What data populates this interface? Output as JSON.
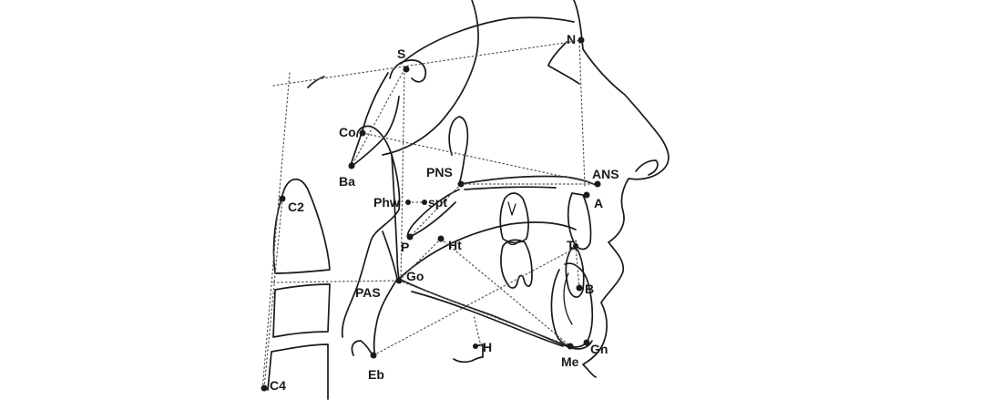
{
  "landmarks": {
    "S": {
      "label": "S"
    },
    "N": {
      "label": "N"
    },
    "Co": {
      "label": "Co"
    },
    "Ba": {
      "label": "Ba"
    },
    "PNS": {
      "label": "PNS"
    },
    "ANS": {
      "label": "ANS"
    },
    "A": {
      "label": "A"
    },
    "Phw": {
      "label": "Phw"
    },
    "spt": {
      "label": "spt"
    },
    "P": {
      "label": "P"
    },
    "Ht": {
      "label": "Ht"
    },
    "Ti": {
      "label": "Ti"
    },
    "B": {
      "label": "B"
    },
    "Go": {
      "label": "Go"
    },
    "PAS": {
      "label": "PAS"
    },
    "H": {
      "label": "H"
    },
    "Gn": {
      "label": "Gn"
    },
    "Me": {
      "label": "Me"
    },
    "Eb": {
      "label": "Eb"
    },
    "C2": {
      "label": "C2"
    },
    "C4": {
      "label": "C4"
    }
  }
}
